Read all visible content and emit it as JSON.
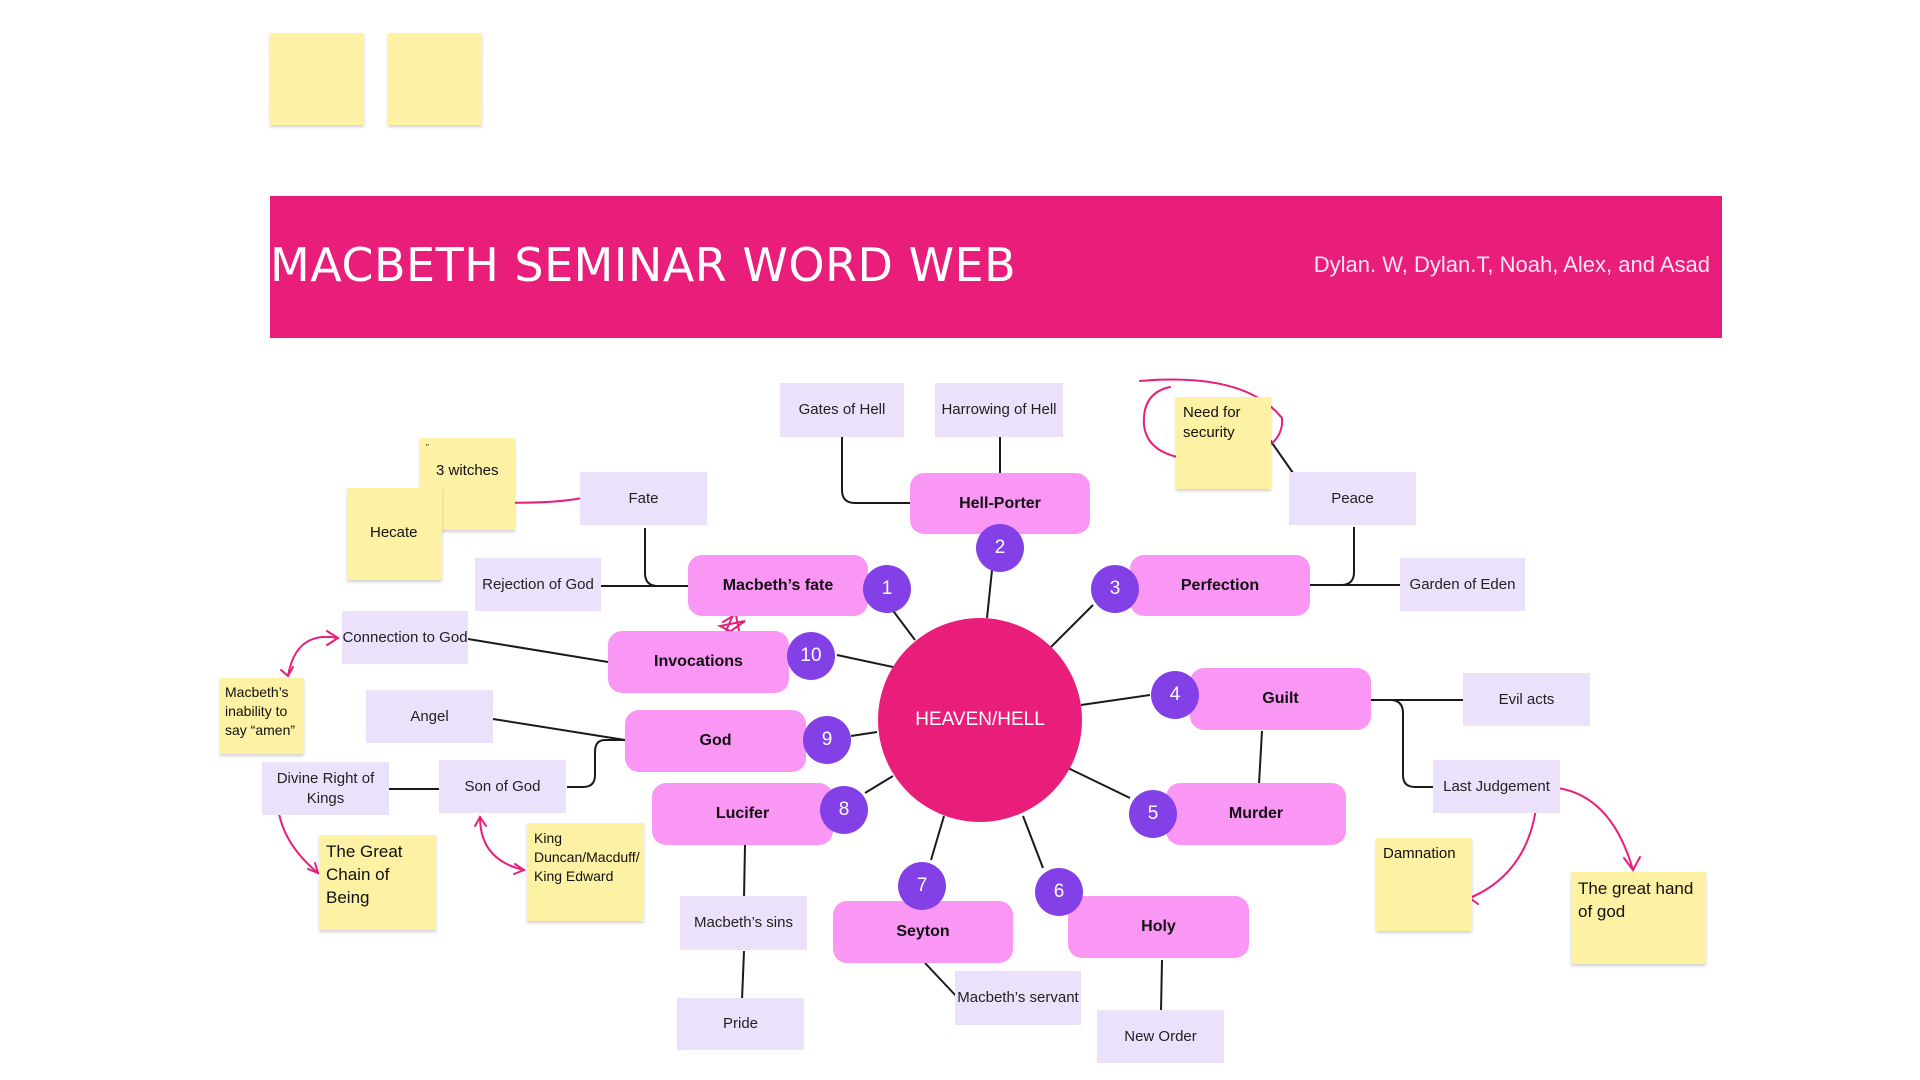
{
  "banner": {
    "title": "MACBETH SEMINAR WORD WEB",
    "authors": "Dylan. W, Dylan.T, Noah, Alex, and Asad",
    "color": "#e91e7b"
  },
  "center": {
    "label": "HEAVEN/HELL"
  },
  "themes": [
    {
      "number": "1",
      "label": "Macbeth’s fate"
    },
    {
      "number": "2",
      "label": "Hell-Porter"
    },
    {
      "number": "3",
      "label": "Perfection"
    },
    {
      "number": "4",
      "label": "Guilt"
    },
    {
      "number": "5",
      "label": "Murder"
    },
    {
      "number": "6",
      "label": "Holy"
    },
    {
      "number": "7",
      "label": "Seyton"
    },
    {
      "number": "8",
      "label": "Lucifer"
    },
    {
      "number": "9",
      "label": "God"
    },
    {
      "number": "10",
      "label": "Invocations"
    }
  ],
  "subtopics": {
    "gates_of_hell": "Gates of Hell",
    "harrowing_of_hell": "Harrowing of Hell",
    "fate": "Fate",
    "rejection_of_god": "Rejection of God",
    "peace": "Peace",
    "garden_of_eden": "Garden of Eden",
    "connection_to_god": "Connection to God",
    "angel": "Angel",
    "son_of_god": "Son of God",
    "divine_right": "Divine Right of Kings",
    "evil_acts": "Evil acts",
    "last_judgement": "Last Judgement",
    "macbeths_sins": "Macbeth’s sins",
    "pride": "Pride",
    "macbeths_servant": "Macbeth’s servant",
    "new_order": "New Order"
  },
  "notes": {
    "three_witches_mark": "\"",
    "three_witches": "3 witches",
    "hecate": "Hecate",
    "need_for_security": "Need for security",
    "amen": "Macbeth’s inability to say “amen”",
    "great_chain": "The Great Chain of Being",
    "kings": "King Duncan/Macduff/ King Edward",
    "damnation": "Damnation",
    "great_hand": "The great hand of god"
  },
  "colors": {
    "sticky": "#fdf1a3",
    "subtopic": "#ece1fb",
    "theme": "#fa97f5",
    "number": "#8340e6",
    "annotation": "#e91e7b"
  }
}
